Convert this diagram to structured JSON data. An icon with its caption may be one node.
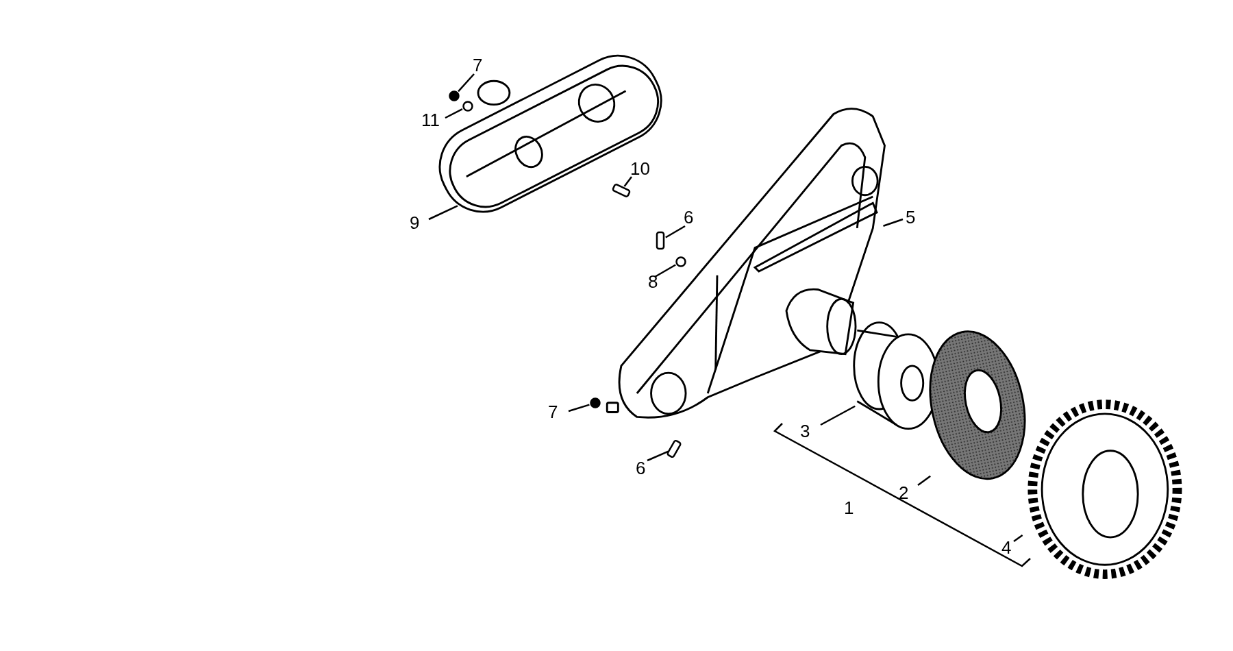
{
  "diagram": {
    "nodes": [
      {
        "text": [
          "7"
        ]
      },
      {
        "text": [
          "11"
        ]
      },
      {
        "text": [
          "9"
        ]
      },
      {
        "text": [
          "10"
        ]
      },
      {
        "text": [
          "6"
        ]
      },
      {
        "text": [
          "8"
        ]
      },
      {
        "text": [
          "5"
        ]
      },
      {
        "text": [
          "7"
        ]
      },
      {
        "text": [
          "6"
        ]
      },
      {
        "text": [
          "3"
        ]
      },
      {
        "text": [
          "2"
        ]
      },
      {
        "text": [
          "4"
        ]
      },
      {
        "text": [],
        "shape": "circle"
      },
      {
        "text": [],
        "shape": "circle"
      },
      {
        "text": [],
        "shape": "box"
      },
      {
        "text": [],
        "shape": "box"
      },
      {
        "text": [],
        "shape": "circle"
      },
      {
        "text": [],
        "shape": "circle"
      },
      {
        "text": [],
        "shape": "box"
      }
    ],
    "edges": [
      {
        "from": 0,
        "to": 12,
        "arrow": "none"
      },
      {
        "from": 1,
        "to": 13,
        "arrow": "none"
      },
      {
        "from": 2,
        "to": null,
        "arrow": "none"
      },
      {
        "from": 3,
        "to": 14,
        "arrow": "none"
      },
      {
        "from": 4,
        "to": 15,
        "arrow": "none"
      },
      {
        "from": 5,
        "to": 16,
        "arrow": "none"
      },
      {
        "from": 6,
        "to": null,
        "arrow": "none"
      },
      {
        "from": 7,
        "to": 17,
        "arrow": "none"
      },
      {
        "from": 8,
        "to": 18,
        "arrow": "none"
      },
      {
        "from": 9,
        "to": null,
        "arrow": "none"
      },
      {
        "from": 10,
        "to": null,
        "arrow": "none"
      },
      {
        "from": 11,
        "to": null,
        "arrow": "none"
      }
    ],
    "labels": [
      "1"
    ]
  }
}
